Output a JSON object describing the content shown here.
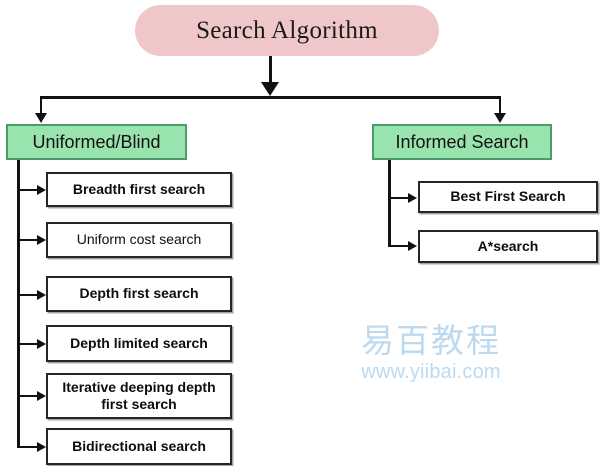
{
  "diagram": {
    "title": "Search Algorithm",
    "root": {
      "label": "Search Algorithm",
      "fill_color": "#efc7c8",
      "shape": "rounded-rectangle"
    },
    "categories": [
      {
        "id": "uninformed",
        "label": "Uniformed/Blind",
        "fill_color": "#99e3af",
        "border_color": "#4c9c6b",
        "children": [
          {
            "label": "Breadth first search"
          },
          {
            "label": "Uniform cost search"
          },
          {
            "label": "Depth first search"
          },
          {
            "label": "Depth limited search"
          },
          {
            "label": "Iterative deeping depth first search"
          },
          {
            "label": "Bidirectional search"
          }
        ]
      },
      {
        "id": "informed",
        "label": "Informed Search",
        "fill_color": "#99e3af",
        "border_color": "#4c9c6b",
        "children": [
          {
            "label": "Best First Search"
          },
          {
            "label": "A*search"
          }
        ]
      }
    ]
  },
  "watermark": {
    "brand_cn": "易百教程",
    "url": "www.yiibai.com",
    "color": "#bcd9f0"
  }
}
